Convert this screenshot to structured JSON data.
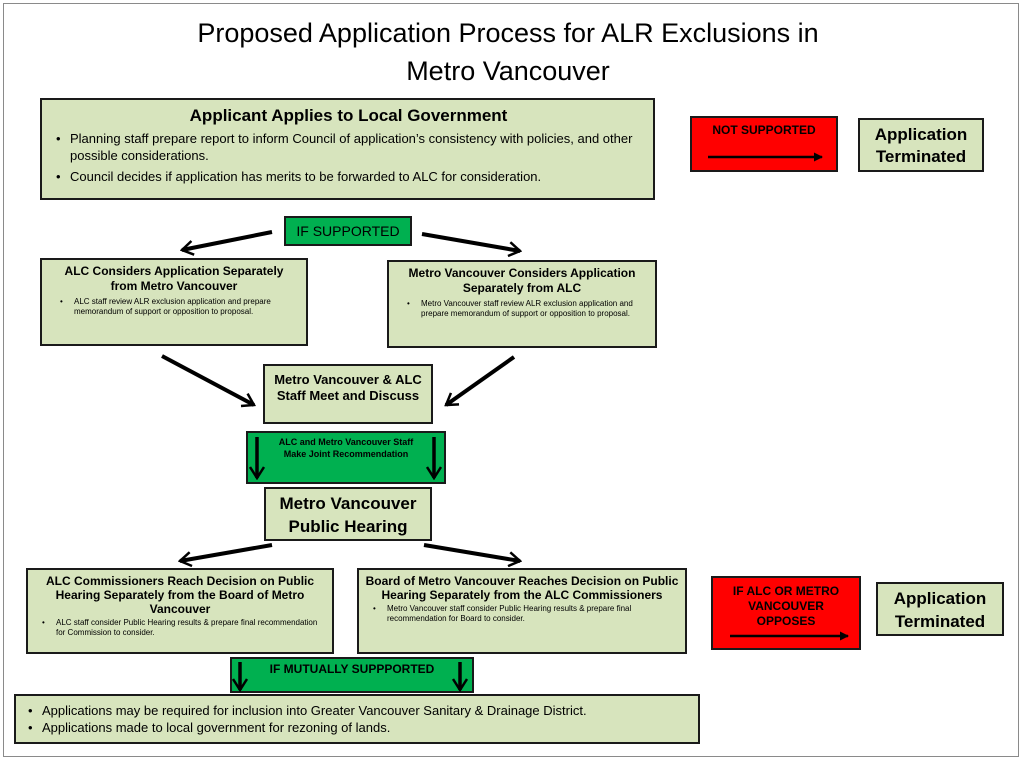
{
  "title": {
    "line1": "Proposed Application Process for ALR Exclusions in",
    "line2": "Metro Vancouver"
  },
  "applicant": {
    "heading": "Applicant Applies to Local Government",
    "bullets": [
      "Planning staff prepare report to inform Council of application’s consistency with policies, and other possible considerations.",
      "Council decides if application has merits to be forwarded to ALC for consideration."
    ]
  },
  "not_supported": {
    "label": "NOT SUPPORTED"
  },
  "terminated_1": {
    "line1": "Application",
    "line2": "Terminated"
  },
  "if_supported": {
    "label": "IF SUPPORTED"
  },
  "alc_considers": {
    "heading": "ALC Considers Application Separately from Metro Vancouver",
    "bullet": "ALC staff review ALR exclusion application and prepare memorandum of support or opposition to proposal."
  },
  "mv_considers": {
    "heading": "Metro Vancouver Considers Application Separately from ALC",
    "bullet": "Metro Vancouver staff review ALR exclusion application and prepare memorandum of support or opposition to proposal."
  },
  "staff_meet": {
    "label": "Metro Vancouver & ALC Staff Meet and Discuss"
  },
  "joint_rec": {
    "label": "ALC and Metro Vancouver Staff Make Joint Recommendation"
  },
  "public_hearing": {
    "line1": "Metro Vancouver",
    "line2": "Public Hearing"
  },
  "alc_decision": {
    "heading": "ALC Commissioners Reach Decision on Public Hearing Separately from the Board of Metro Vancouver",
    "bullet": "ALC staff consider Public Hearing results & prepare final recommendation for Commission to consider."
  },
  "board_decision": {
    "heading": "Board of Metro Vancouver Reaches Decision on Public Hearing Separately from the ALC Commissioners",
    "bullet": "Metro Vancouver staff consider Public Hearing results & prepare final recommendation for Board to consider."
  },
  "opposes": {
    "label": "IF ALC OR METRO VANCOUVER OPPOSES"
  },
  "terminated_2": {
    "line1": "Application",
    "line2": "Terminated"
  },
  "mutually": {
    "label": "IF MUTUALLY SUPPPORTED"
  },
  "final": {
    "bullets": [
      "Applications may be required for inclusion into Greater Vancouver Sanitary & Drainage District.",
      "Applications made to local government for rezoning of lands."
    ]
  },
  "colors": {
    "light_green": "#d7e4bd",
    "green": "#00b050",
    "red": "#ff0000"
  }
}
